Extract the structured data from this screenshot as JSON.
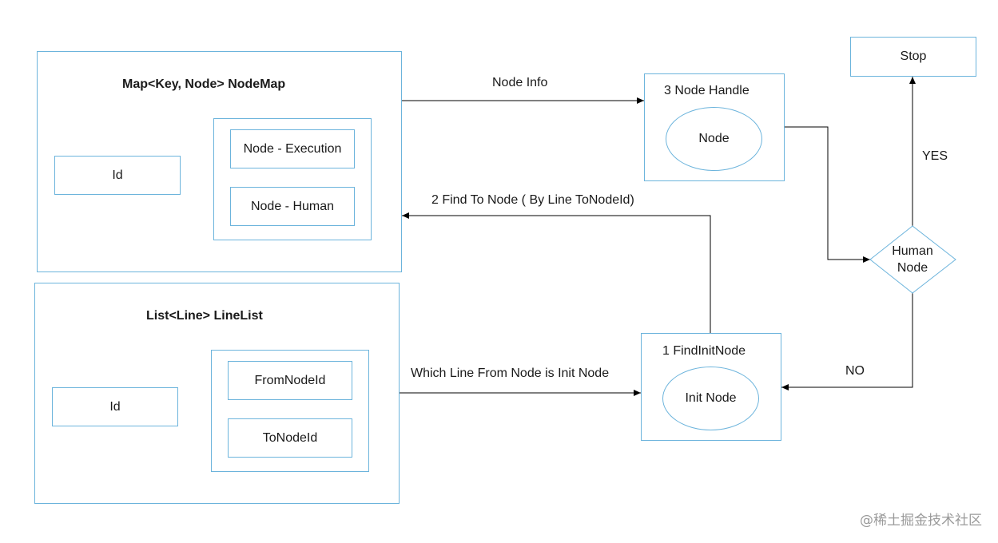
{
  "nodemap": {
    "title": "Map<Key, Node> NodeMap",
    "id_label": "Id",
    "item_execution": "Node - Execution",
    "item_human": "Node - Human"
  },
  "linelist": {
    "title": "List<Line> LineList",
    "id_label": "Id",
    "item_from": "FromNodeId",
    "item_to": "ToNodeId"
  },
  "node_handle": {
    "title": "3 Node Handle",
    "ellipse": "Node"
  },
  "find_init": {
    "title": "1 FindInitNode",
    "ellipse": "Init Node"
  },
  "decision": {
    "line1": "Human",
    "line2": "Node"
  },
  "stop": {
    "label": "Stop"
  },
  "edges": {
    "node_info": "Node Info",
    "find_to_node": "2 Find To Node ( By Line ToNodeId)",
    "which_line": "Which Line From Node is Init Node",
    "yes": "YES",
    "no": "NO"
  },
  "watermark": "@稀土掘金技术社区"
}
